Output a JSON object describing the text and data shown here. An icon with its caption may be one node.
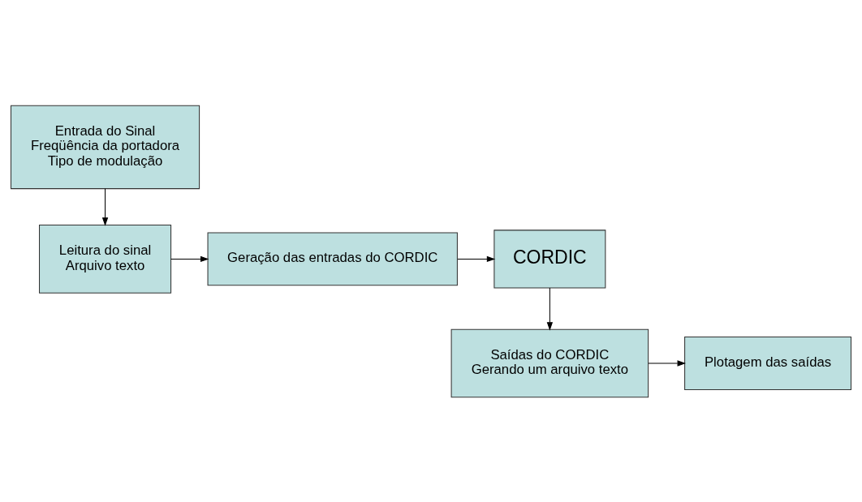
{
  "diagram": {
    "nodes": [
      {
        "text": [
          "Entrada do Sinal",
          "Freqüência da portadora",
          "Tipo de modulação"
        ]
      },
      {
        "text": [
          "Leitura do sinal",
          "Arquivo texto"
        ]
      },
      {
        "text": [
          "Geração das entradas do CORDIC"
        ]
      },
      {
        "text": [
          "CORDIC"
        ]
      },
      {
        "text": [
          "Saídas do CORDIC",
          "Gerando um arquivo texto"
        ]
      },
      {
        "text": [
          "Plotagem das saídas"
        ]
      }
    ],
    "edges": [
      {
        "from": 0,
        "to": 1,
        "arrow": "to"
      },
      {
        "from": 1,
        "to": 2,
        "arrow": "to"
      },
      {
        "from": 2,
        "to": 3,
        "arrow": "to"
      },
      {
        "from": 3,
        "to": 4,
        "arrow": "to"
      },
      {
        "from": 4,
        "to": 5,
        "arrow": "to"
      }
    ]
  }
}
